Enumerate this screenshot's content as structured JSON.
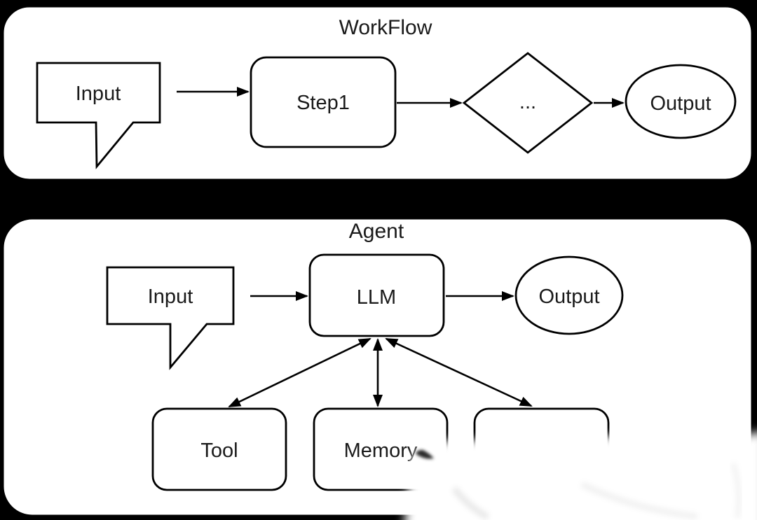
{
  "colors": {
    "background": "#000000",
    "shape_fill": "#ffffff",
    "stroke": "#000000",
    "text": "#1a1a1a"
  },
  "panels": [
    {
      "title": "WorkFlow",
      "nodes": {
        "input": {
          "shape": "callout",
          "label": "Input"
        },
        "step": {
          "shape": "rounded-rect",
          "label": "Step1"
        },
        "decision": {
          "shape": "diamond",
          "label": "..."
        },
        "output": {
          "shape": "ellipse",
          "label": "Output"
        }
      },
      "edges": [
        {
          "from": "input",
          "to": "step",
          "direction": "one-way"
        },
        {
          "from": "step",
          "to": "decision",
          "direction": "one-way"
        },
        {
          "from": "decision",
          "to": "output",
          "direction": "one-way"
        }
      ]
    },
    {
      "title": "Agent",
      "nodes": {
        "input": {
          "shape": "callout",
          "label": "Input"
        },
        "llm": {
          "shape": "rounded-rect",
          "label": "LLM"
        },
        "output": {
          "shape": "ellipse",
          "label": "Output"
        },
        "tool": {
          "shape": "rounded-rect",
          "label": "Tool"
        },
        "memory": {
          "shape": "rounded-rect",
          "label": "Memory"
        },
        "extra": {
          "shape": "rounded-rect",
          "label": ""
        }
      },
      "edges": [
        {
          "from": "input",
          "to": "llm",
          "direction": "one-way"
        },
        {
          "from": "llm",
          "to": "output",
          "direction": "one-way"
        },
        {
          "from": "llm",
          "to": "tool",
          "direction": "two-way"
        },
        {
          "from": "llm",
          "to": "memory",
          "direction": "two-way"
        },
        {
          "from": "llm",
          "to": "extra",
          "direction": "two-way"
        }
      ]
    }
  ],
  "artifact": {
    "description": "white smudge erasing bottom-right area, with dark smear remnant after Memory label"
  }
}
